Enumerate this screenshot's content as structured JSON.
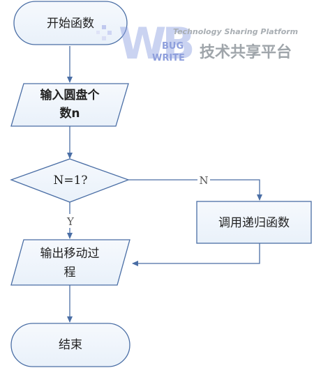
{
  "nodes": {
    "start": "开始函数",
    "input_line1": "输入圆盘个",
    "input_line2": "数n",
    "decision": "N=1?",
    "recursive": "调用递归函数",
    "output_line1": "输出移动过",
    "output_line2": "程",
    "end": "结束"
  },
  "edges": {
    "no_label": "N",
    "yes_label": "Y"
  },
  "watermark": {
    "logo_letters": "WB",
    "logo_bug": "BUG",
    "logo_write": "WRITE",
    "tagline": "Technology Sharing Platform",
    "chinese": "技术共享平台"
  },
  "colors": {
    "stroke": "#4a6ea5",
    "fill": "#eef4fb",
    "watermark_blue": "#7b8fd6"
  }
}
